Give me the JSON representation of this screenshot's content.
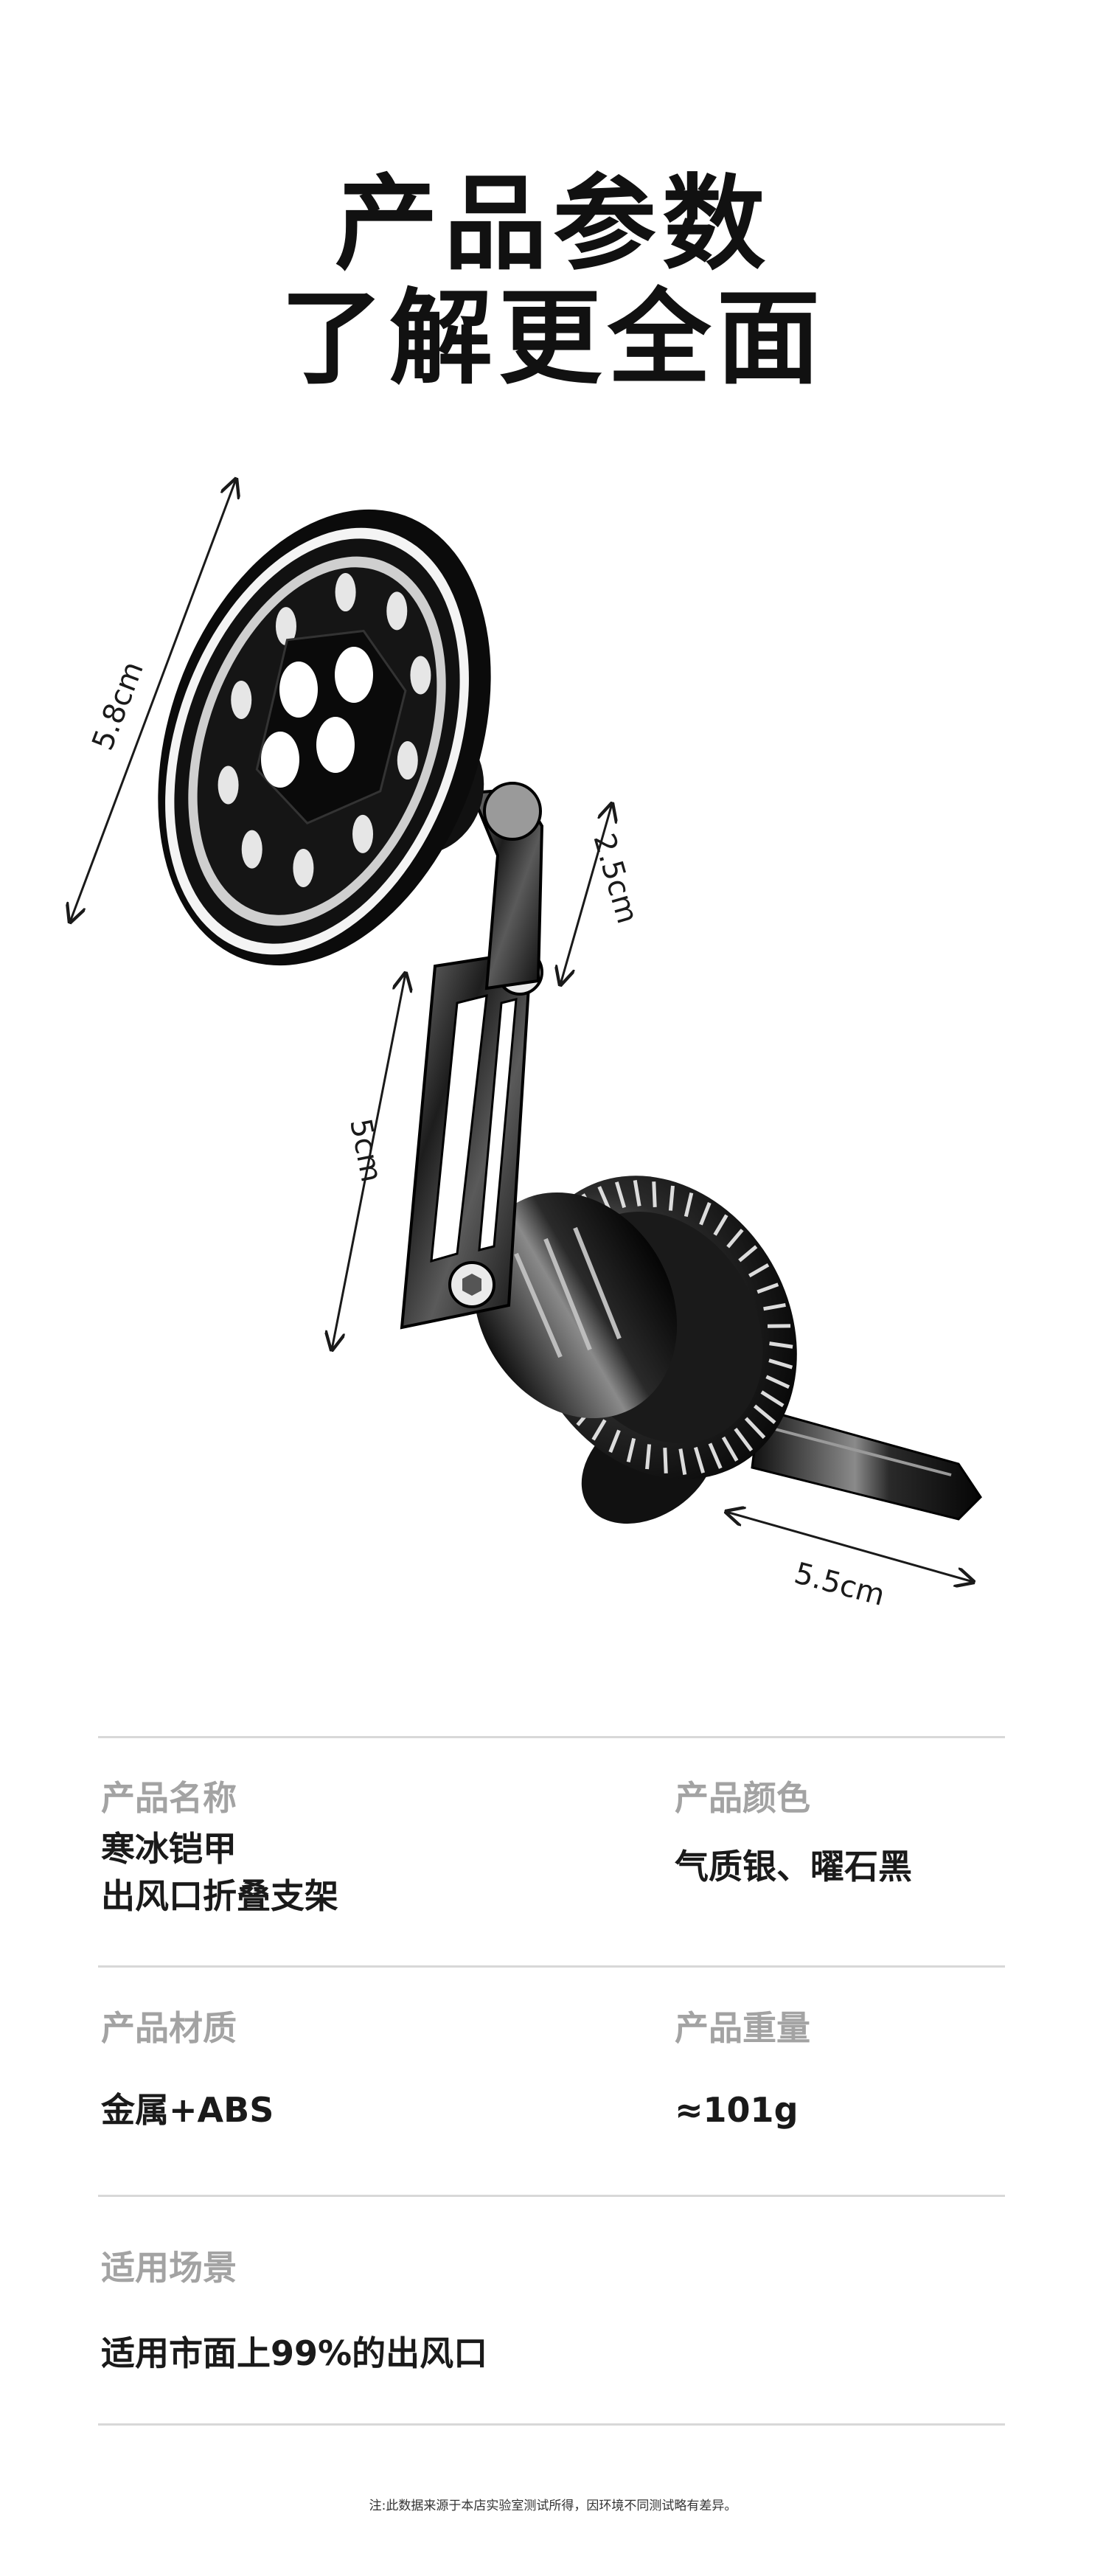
{
  "header": {
    "title_line1": "产品参数",
    "title_line2": "了解更全面"
  },
  "dimensions": {
    "plate_diameter": "5.8cm",
    "upper_arm": "2.5cm",
    "lower_arm": "5cm",
    "clip_length": "5.5cm"
  },
  "specs": {
    "name": {
      "label": "产品名称",
      "value_line1": "寒冰铠甲",
      "value_line2": "出风口折叠支架"
    },
    "color": {
      "label": "产品颜色",
      "value": "气质银、曜石黑"
    },
    "material": {
      "label": "产品材质",
      "value": "金属+ABS"
    },
    "weight": {
      "label": "产品重量",
      "value": "≈101g"
    },
    "usage": {
      "label": "适用场景",
      "value": "适用市面上99%的出风口"
    }
  },
  "footnote": "注:此数据来源于本店实验室测试所得，因环境不同测试略有差异。"
}
